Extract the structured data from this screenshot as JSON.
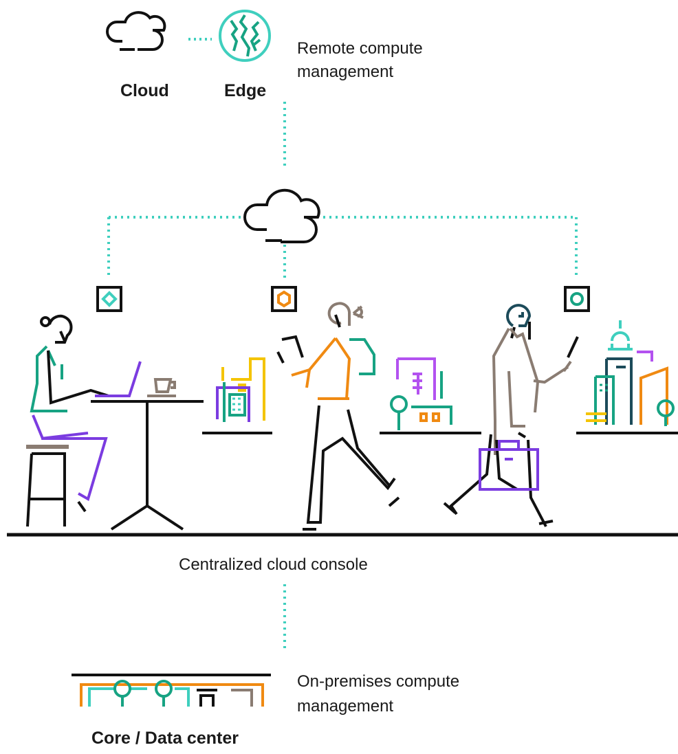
{
  "top": {
    "cloud_label": "Cloud",
    "edge_label": "Edge",
    "remote_caption_line1": "Remote compute",
    "remote_caption_line2": "management"
  },
  "middle": {
    "console_caption": "Centralized cloud console"
  },
  "bottom": {
    "onprem_caption_line1": "On-premises compute",
    "onprem_caption_line2": "management",
    "datacenter_label": "Core / Data center"
  },
  "colors": {
    "connector": "#3fcfbe",
    "teal": "#17a383",
    "purple": "#7b3ce0",
    "orange": "#f08a12",
    "yellow": "#f4c400",
    "taupe": "#8a7c72",
    "navy": "#1c4b5a",
    "lavender": "#b352f0",
    "ink": "#111111"
  },
  "icons": [
    "cloud-icon",
    "edge-globe-icon",
    "diamond-node-icon",
    "hexagon-node-icon",
    "circle-node-icon"
  ]
}
